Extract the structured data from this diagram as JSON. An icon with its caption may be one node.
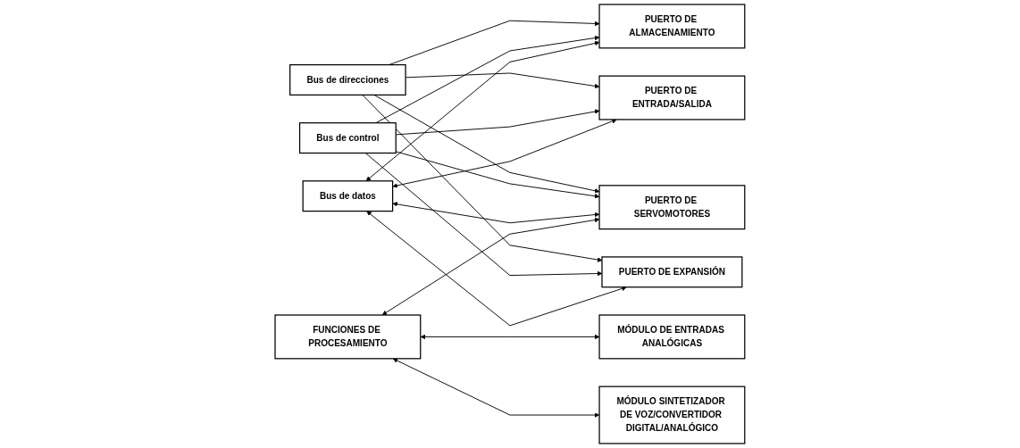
{
  "diagram": {
    "nodes": [
      {
        "text": [
          "Bus de direcciones"
        ]
      },
      {
        "text": [
          "Bus de control"
        ]
      },
      {
        "text": [
          "Bus de datos"
        ]
      },
      {
        "text": [
          "PUERTO DE ALMACENAMIENTO"
        ]
      },
      {
        "text": [
          "PUERTO DE ENTRADA/SALIDA"
        ]
      },
      {
        "text": [
          "PUERTO DE SERVOMOTORES"
        ]
      },
      {
        "text": [
          "PUERTO DE EXPANSIÓN"
        ]
      },
      {
        "text": [
          "FUNCIONES DE PROCESAMIENTO"
        ]
      },
      {
        "text": [
          "MÓDULO DE ENTRADAS ANALÓGICAS"
        ]
      },
      {
        "text": [
          "MÓDULO SINTETIZADOR DE VOZ/CONVERTIDOR DIGITAL/ANALÓGICO"
        ]
      }
    ],
    "edges": [
      {
        "from": 0,
        "to": 3,
        "arrow": "to"
      },
      {
        "from": 0,
        "to": 4,
        "arrow": "to"
      },
      {
        "from": 0,
        "to": 5,
        "arrow": "to"
      },
      {
        "from": 0,
        "to": 6,
        "arrow": "to"
      },
      {
        "from": 1,
        "to": 3,
        "arrow": "to"
      },
      {
        "from": 1,
        "to": 4,
        "arrow": "to"
      },
      {
        "from": 1,
        "to": 5,
        "arrow": "to"
      },
      {
        "from": 1,
        "to": 6,
        "arrow": "to"
      },
      {
        "from": 2,
        "to": 3,
        "arrow": "both"
      },
      {
        "from": 2,
        "to": 4,
        "arrow": "both"
      },
      {
        "from": 2,
        "to": 5,
        "arrow": "both"
      },
      {
        "from": 2,
        "to": 6,
        "arrow": "both"
      },
      {
        "from": 7,
        "to": 5,
        "arrow": "both"
      },
      {
        "from": 7,
        "to": 8,
        "arrow": "both"
      },
      {
        "from": 7,
        "to": 9,
        "arrow": "both"
      }
    ]
  }
}
